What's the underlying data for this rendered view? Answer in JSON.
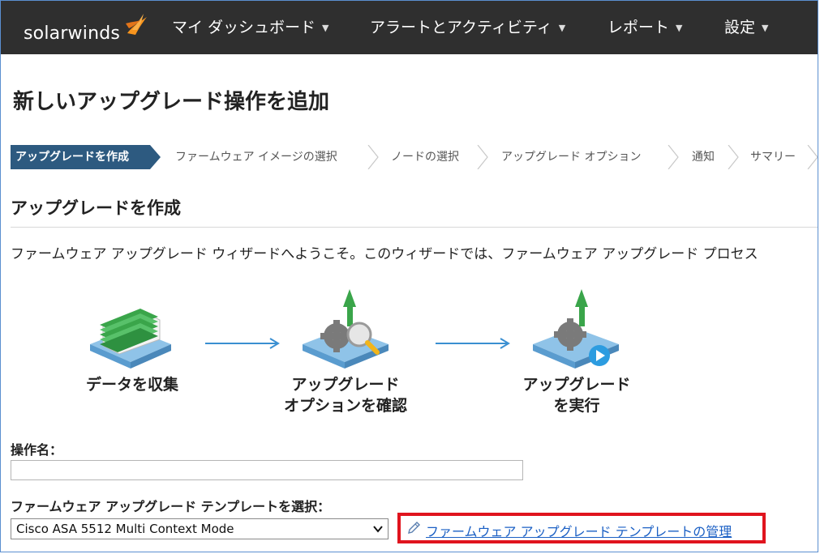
{
  "nav": {
    "logo_text": "solarwinds",
    "items": [
      {
        "label": "マイ ダッシュボード"
      },
      {
        "label": "アラートとアクティビティ"
      },
      {
        "label": "レポート"
      },
      {
        "label": "設定"
      }
    ],
    "caret": "▼"
  },
  "page_title": "新しいアップグレード操作を追加",
  "steps": [
    {
      "label": "アップグレードを作成",
      "active": true
    },
    {
      "label": "ファームウェア イメージの選択"
    },
    {
      "label": "ノードの選択"
    },
    {
      "label": "アップグレード オプション"
    },
    {
      "label": "通知"
    },
    {
      "label": "サマリー"
    }
  ],
  "section_title": "アップグレードを作成",
  "intro_text": "ファームウェア アップグレード ウィザードへようこそ。このウィザードでは、ファームウェア アップグレード プロセス",
  "diagram": {
    "stage1": {
      "line1": "データを収集"
    },
    "stage2": {
      "line1": "アップグレード",
      "line2": "オプションを確認"
    },
    "stage3": {
      "line1": "アップグレード",
      "line2": "を実行"
    }
  },
  "form": {
    "operation_name_label": "操作名：",
    "operation_name_value": "",
    "template_label": "ファームウェア アップグレード テンプレートを選択：",
    "template_selected": "Cisco ASA 5512 Multi Context Mode",
    "manage_link_label": "ファームウェア アップグレード テンプレートの管理"
  },
  "colors": {
    "nav_bg": "#2f2f2f",
    "active_step": "#2d5a80",
    "link": "#1a5fc4",
    "highlight": "#e0141e",
    "arrow": "#3a8fd1",
    "logo_orange": "#f7941d"
  }
}
